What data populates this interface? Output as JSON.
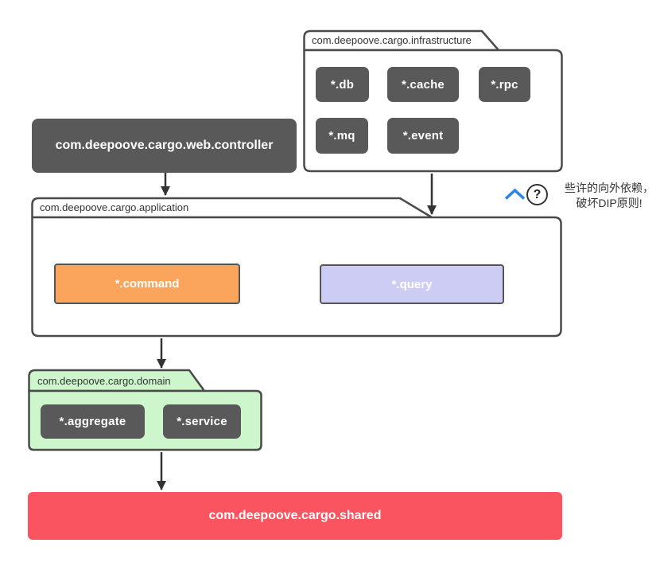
{
  "packages": {
    "web_controller": {
      "label": "com.deepoove.cargo.web.controller"
    },
    "infrastructure": {
      "label": "com.deepoove.cargo.infrastructure",
      "modules": [
        {
          "id": "db",
          "label": "*.db"
        },
        {
          "id": "cache",
          "label": "*.cache"
        },
        {
          "id": "rpc",
          "label": "*.rpc"
        },
        {
          "id": "mq",
          "label": "*.mq"
        },
        {
          "id": "event",
          "label": "*.event"
        }
      ]
    },
    "application": {
      "label": "com.deepoove.cargo.application",
      "modules": [
        {
          "id": "command",
          "label": "*.command",
          "color": "#FBA55C"
        },
        {
          "id": "query",
          "label": "*.query",
          "color": "#CCCCF5"
        }
      ]
    },
    "domain": {
      "label": "com.deepoove.cargo.domain",
      "fill": "#CDF6CD",
      "modules": [
        {
          "id": "aggregate",
          "label": "*.aggregate"
        },
        {
          "id": "service",
          "label": "*.service"
        }
      ]
    },
    "shared": {
      "label": "com.deepoove.cargo.shared",
      "color": "#F9545F"
    }
  },
  "annotation": {
    "text_line1": "些许的向外依赖，",
    "text_line2": "破坏DIP原则!",
    "help_icon_glyph": "?",
    "chevron_color": "#2E86E8"
  },
  "colors": {
    "module_dark": "#595959",
    "outline": "#4A4A4A",
    "arrow": "#333333",
    "shared_fill": "#F9545F",
    "command_fill": "#FBA55C",
    "query_fill": "#CCCCF5",
    "domain_fill": "#CDF6CD",
    "annotation_blue": "#2E86E8"
  }
}
